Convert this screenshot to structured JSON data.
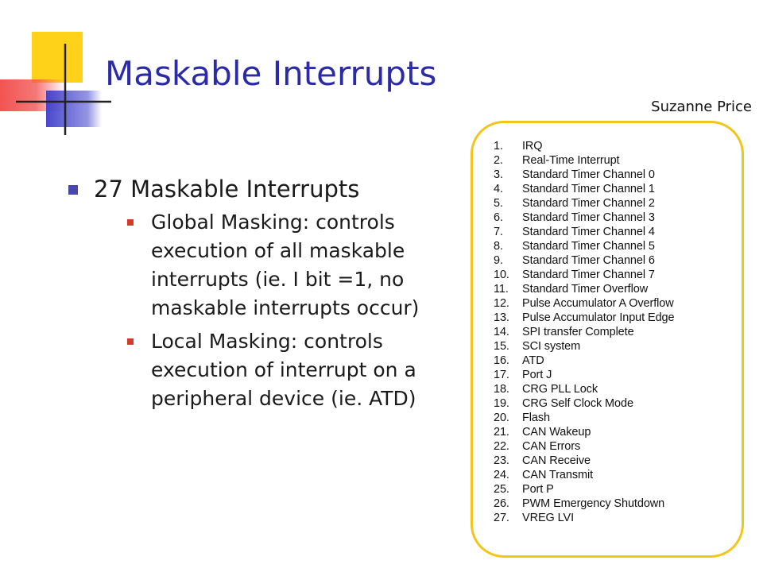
{
  "slide": {
    "title": "Maskable Interrupts",
    "author": "Suzanne Price"
  },
  "colors": {
    "title": "#2b2ba8",
    "main_bullet": "#4747b0",
    "sub_bullet": "#d43a2a",
    "box_border": "#f2c51c",
    "logo_yellow": "#ffd21a",
    "logo_red": "#f24a48",
    "logo_blue": "#3f3fcc"
  },
  "content": {
    "main_bullet": "27 Maskable Interrupts",
    "sub_bullets": [
      "Global Masking: controls execution of all maskable interrupts (ie. I bit =1, no maskable interrupts occur)",
      "Local Masking: controls execution of interrupt on a peripheral device (ie. ATD)"
    ]
  },
  "interrupts": [
    {
      "num": "1.",
      "label": "IRQ"
    },
    {
      "num": "2.",
      "label": "Real-Time Interrupt"
    },
    {
      "num": "3.",
      "label": "Standard Timer Channel 0"
    },
    {
      "num": "4.",
      "label": "Standard Timer Channel 1"
    },
    {
      "num": "5.",
      "label": "Standard Timer Channel 2"
    },
    {
      "num": "6.",
      "label": "Standard Timer Channel 3"
    },
    {
      "num": "7.",
      "label": "Standard Timer Channel 4"
    },
    {
      "num": "8.",
      "label": "Standard Timer Channel 5"
    },
    {
      "num": "9.",
      "label": "Standard Timer Channel 6"
    },
    {
      "num": "10.",
      "label": "Standard Timer Channel 7"
    },
    {
      "num": "11.",
      "label": "Standard Timer Overflow"
    },
    {
      "num": "12.",
      "label": "Pulse Accumulator A Overflow"
    },
    {
      "num": "13.",
      "label": "Pulse Accumulator Input Edge"
    },
    {
      "num": "14.",
      "label": "SPI transfer Complete"
    },
    {
      "num": "15.",
      "label": "SCI system"
    },
    {
      "num": "16.",
      "label": "ATD"
    },
    {
      "num": "17.",
      "label": "Port J"
    },
    {
      "num": "18.",
      "label": "CRG PLL Lock"
    },
    {
      "num": "19.",
      "label": "CRG Self Clock Mode"
    },
    {
      "num": "20.",
      "label": "Flash"
    },
    {
      "num": "21.",
      "label": "CAN Wakeup"
    },
    {
      "num": "22.",
      "label": "CAN Errors"
    },
    {
      "num": "23.",
      "label": "CAN Receive"
    },
    {
      "num": "24.",
      "label": "CAN Transmit"
    },
    {
      "num": "25.",
      "label": "Port P"
    },
    {
      "num": "26.",
      "label": "PWM Emergency Shutdown"
    },
    {
      "num": "27.",
      "label": "VREG LVI"
    }
  ]
}
